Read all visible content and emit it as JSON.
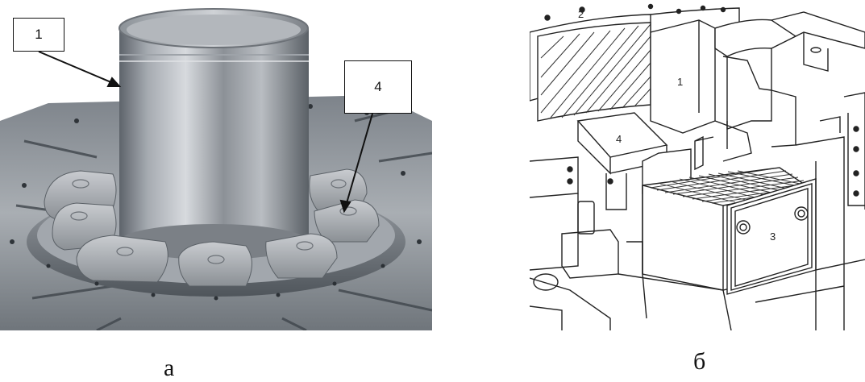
{
  "panel_a": {
    "callouts": [
      {
        "id": "c1",
        "text": "1"
      },
      {
        "id": "c4",
        "text": "4"
      }
    ],
    "caption": "а"
  },
  "panel_b": {
    "labels": [
      {
        "id": "d2",
        "text": "2"
      },
      {
        "id": "d1",
        "text": "1"
      },
      {
        "id": "d4",
        "text": "4"
      },
      {
        "id": "d3",
        "text": "3"
      }
    ],
    "caption": "б"
  }
}
